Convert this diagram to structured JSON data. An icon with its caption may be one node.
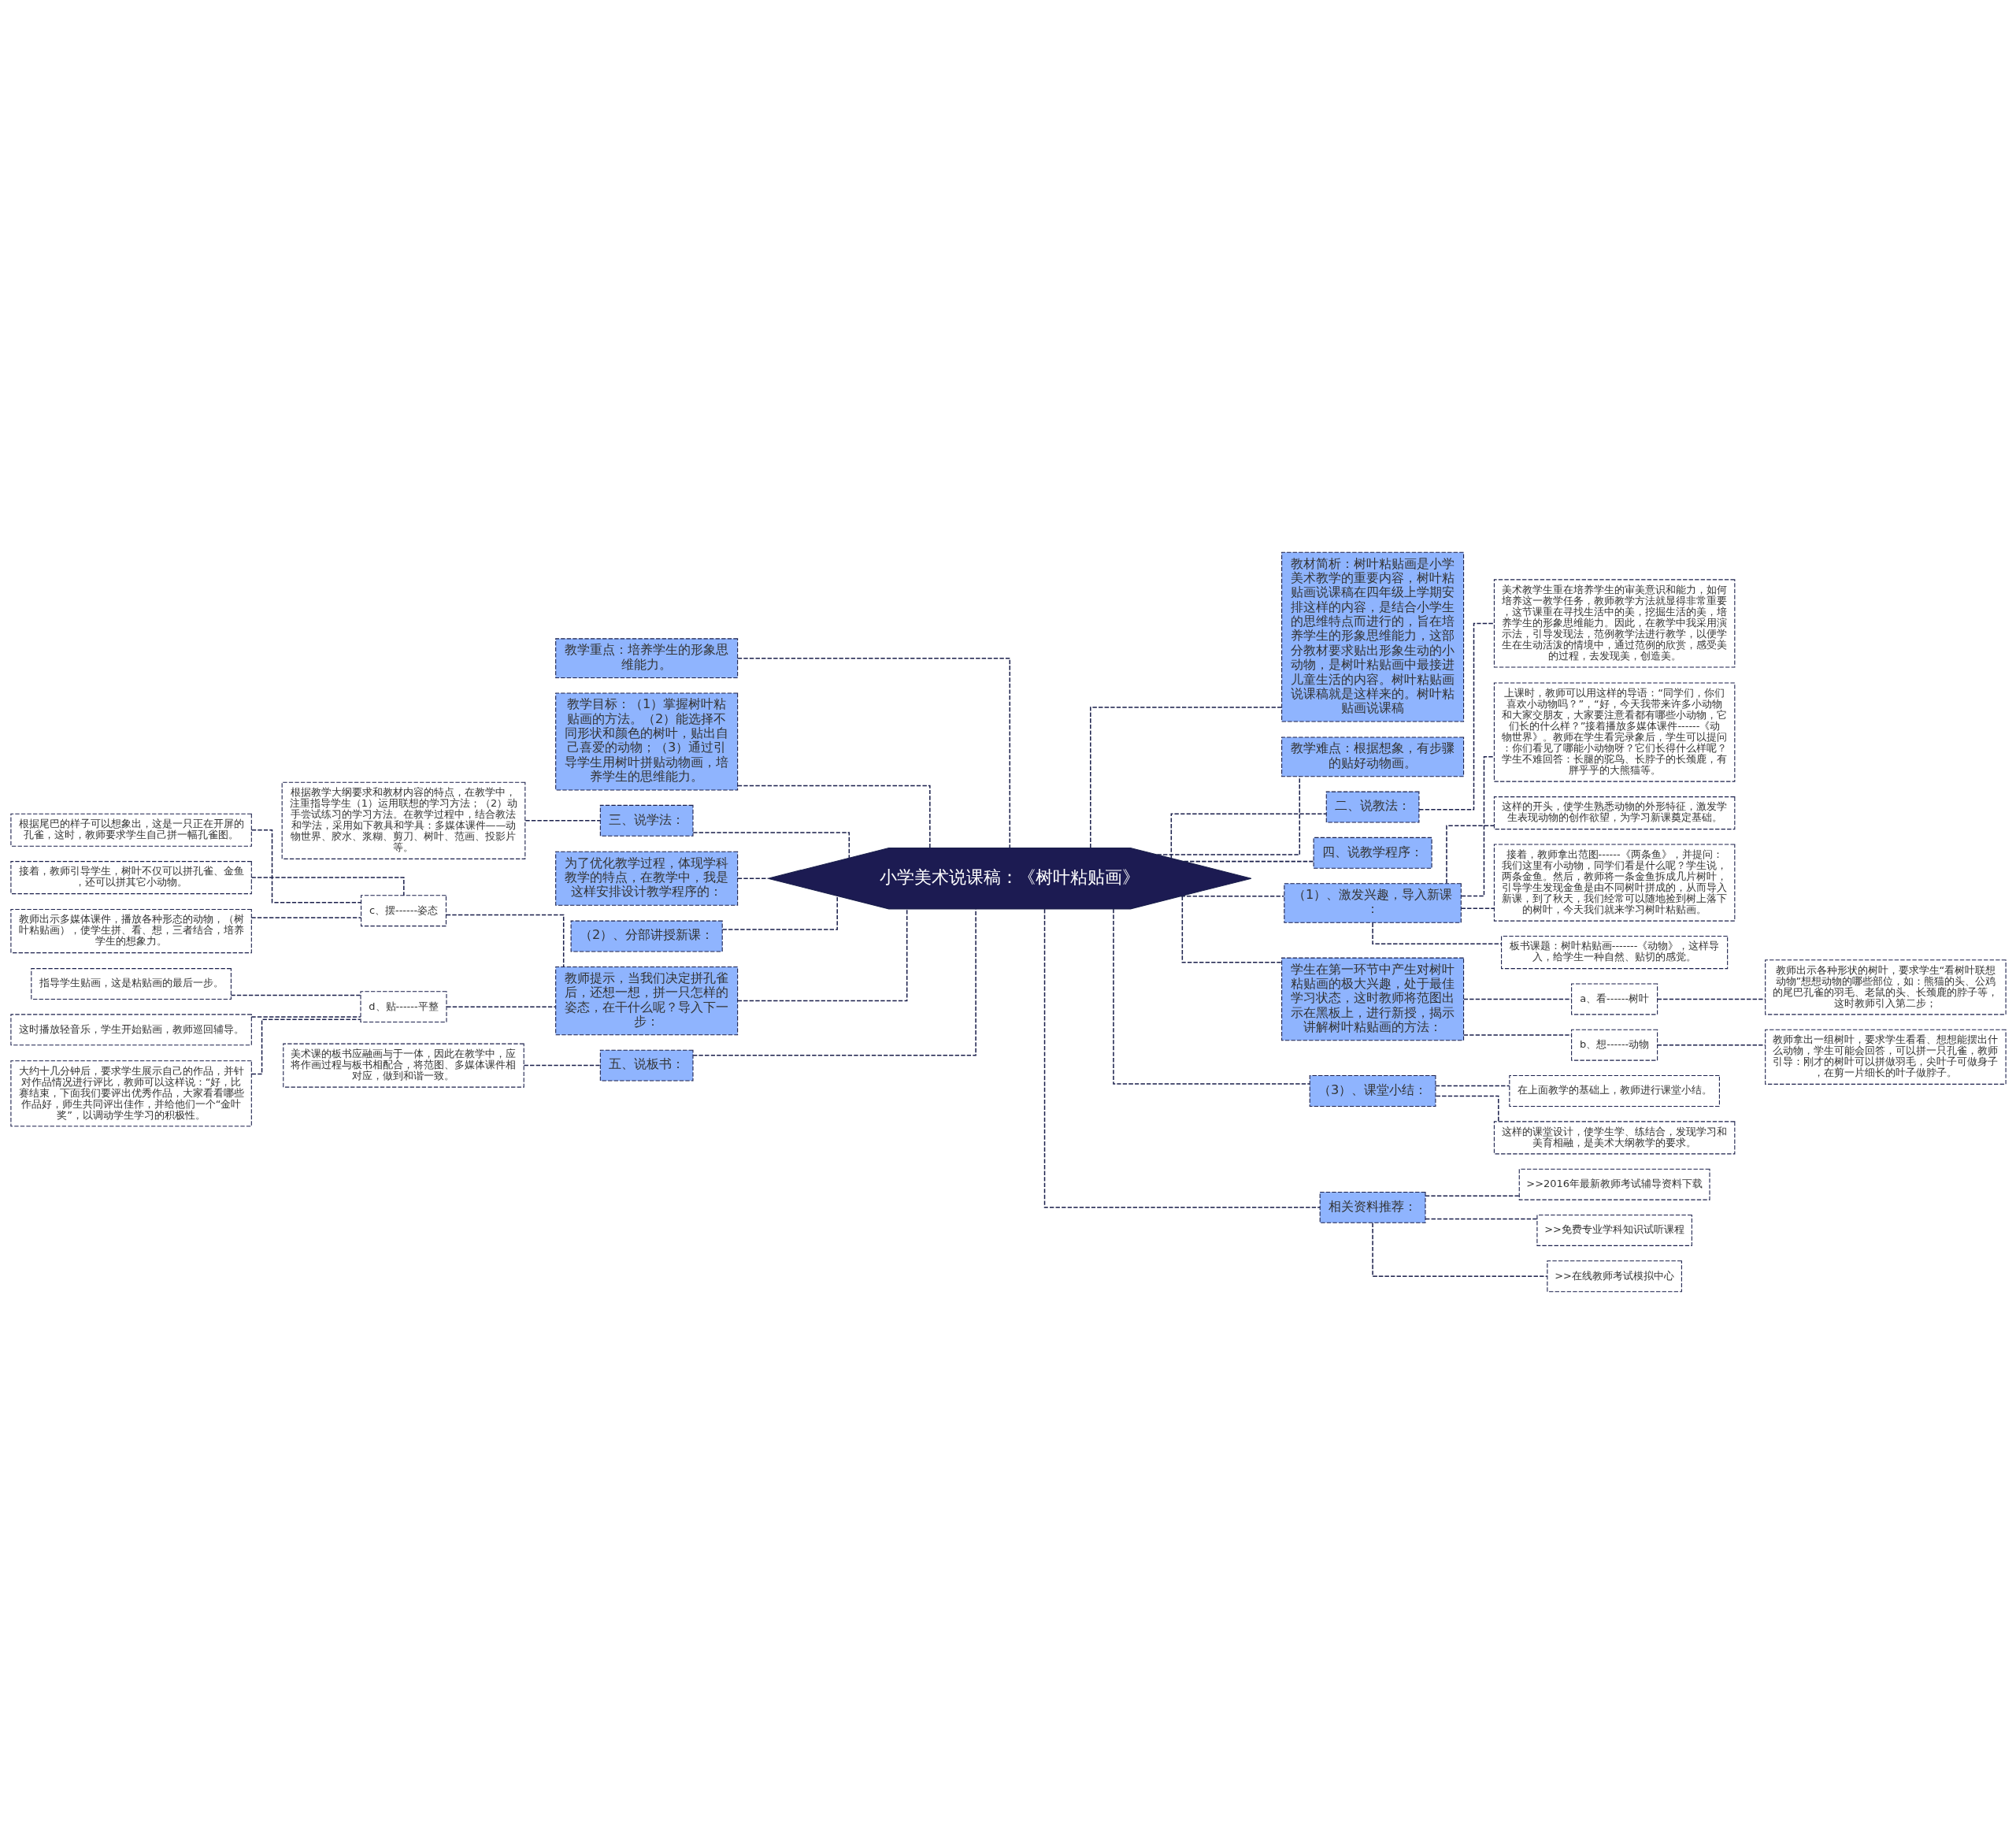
{
  "diagram": {
    "nodes": [
      {
        "text": [
          "小学美术说课稿：《树叶粘贴画》"
        ]
      },
      {
        "text": [
          "教材简析：树叶粘贴画是小学美术教学的重要内容，树叶粘贴画说课稿在四年级上学期安排这样的内容，是结合小学生的思维特点而进行的，旨在培养学生的形象思维能力，这部分教材要求贴出形象生动的小动物，是树叶粘贴画中最接进儿童生活的内容。树叶粘贴画说课稿就是这样来的。树叶粘贴画说课稿"
        ]
      },
      {
        "text": [
          "教学难点：根据想象，有步骤的贴好动物画。"
        ]
      },
      {
        "text": [
          "二、说教法："
        ]
      },
      {
        "text": [
          "美术教学生重在培养学生的审美意识和能力，如何培养这一教学任务，教师教学方法就显得非常重要，这节课重在寻找生活中的美，挖掘生活的美，培养学生的形象思维能力。因此，在教学中我采用演示法，引导发现法，范例教学法进行教学，以便学生在生动活泼的情境中，通过范例的欣赏，感受美的过程，去发现美，创造美。"
        ]
      },
      {
        "text": [
          "四、说教学程序："
        ]
      },
      {
        "text": [
          "（1）、激发兴趣，导入新课："
        ]
      },
      {
        "text": [
          "上课时，教师可以用这样的导语：“同学们，你们喜欢小动物吗？”，“好，今天我带来许多小动物和大家交朋友，大家要注意看都有哪些小动物，它们长的什么样？”接着播放多媒体课件------《动物世界》。教师在学生看完录象后，学生可以提问：你们看见了哪能小动物呀？它们长得什么样呢？学生不难回答：长腿的驼鸟、长脖子的长颈鹿，有胖乎乎的大熊猫等。"
        ]
      },
      {
        "text": [
          "这样的开头，使学生熟悉动物的外形特征，激发学生表现动物的创作欲望，为学习新课奠定基础。"
        ]
      },
      {
        "text": [
          "接着，教师拿出范图------《两条鱼》，并提问：我们这里有小动物，同学们看是什么呢？学生说，两条金鱼。然后，教师将一条金鱼拆成几片树叶，引导学生发现金鱼是由不同树叶拼成的，从而导入新课，到了秋天，我们经常可以随地捡到树上落下的树叶，今天我们就来学习树叶粘贴画。"
        ]
      },
      {
        "text": [
          "板书课题：树叶粘贴画-------《动物》，这样导入，给学生一种自然、贴切的感觉。"
        ]
      },
      {
        "text": [
          "学生在第一环节中产生对树叶粘贴画的极大兴趣，处于最佳学习状态，这时教师将范图出示在黑板上，进行新授，揭示讲解树叶粘贴画的方法："
        ]
      },
      {
        "text": [
          "a、看------树叶"
        ]
      },
      {
        "text": [
          "教师出示各种形状的树叶，要求学生“看树叶联想动物”想想动物的哪些部位，如：熊猫的头、公鸡的尾巴孔雀的羽毛、老鼠的头、长颈鹿的脖子等，这时教师引入第二步；"
        ]
      },
      {
        "text": [
          "b、想------动物"
        ]
      },
      {
        "text": [
          "教师拿出一组树叶，要求学生看看、想想能摆出什么动物，学生可能会回答，可以拼一只孔雀，教师引导：刚才的树叶可以拼做羽毛，尖叶子可做身子，在剪一片细长的叶子做脖子。"
        ]
      },
      {
        "text": [
          "（3）、课堂小结："
        ]
      },
      {
        "text": [
          "在上面教学的基础上，教师进行课堂小结。"
        ]
      },
      {
        "text": [
          "这样的课堂设计，使学生学、练结合，发现学习和美育相融，是美术大纲教学的要求。"
        ]
      },
      {
        "text": [
          "相关资料推荐："
        ]
      },
      {
        "text": [
          ">>2016年最新教师考试辅导资料下载"
        ]
      },
      {
        "text": [
          ">>免费专业学科知识试听课程"
        ]
      },
      {
        "text": [
          ">>在线教师考试模拟中心"
        ]
      },
      {
        "text": [
          "教学重点：培养学生的形象思维能力。"
        ]
      },
      {
        "text": [
          "教学目标：（1）掌握树叶粘贴画的方法。（2）能选择不同形状和颜色的树叶，贴出自己喜爱的动物；（3）通过引导学生用树叶拼贴动物画，培养学生的思维能力。"
        ]
      },
      {
        "text": [
          "三、说学法："
        ]
      },
      {
        "text": [
          "根据教学大纲要求和教材内容的特点，在教学中，注重指导学生（1）运用联想的学习方法；（2）动手尝试练习的学习方法。在教学过程中，结合教法和学法，采用如下教具和学具：多媒体课件——动物世界、胶水、浆糊、剪刀、树叶、范画、投影片等。"
        ]
      },
      {
        "text": [
          "为了优化教学过程，体现学科教学的特点，在教学中，我是这样安排设计教学程序的："
        ]
      },
      {
        "text": [
          "（2）、分部讲授新课："
        ]
      },
      {
        "text": [
          "教师提示，当我们决定拼孔雀后，还想一想，拼一只怎样的姿态，在干什么呢？导入下一步："
        ]
      },
      {
        "text": [
          "c、摆------姿态"
        ]
      },
      {
        "text": [
          "根据尾巴的样子可以想象出，这是一只正在开屏的孔雀，这时，教师要求学生自己拼一幅孔雀图。"
        ]
      },
      {
        "text": [
          "接着，教师引导学生，树叶不仅可以拼孔雀、金鱼，还可以拼其它小动物。"
        ]
      },
      {
        "text": [
          "教师出示多媒体课件，播放各种形态的动物，（树叶粘贴画），使学生拼、看、想，三者结合，培养学生的想象力。"
        ]
      },
      {
        "text": [
          "d、贴------平整"
        ]
      },
      {
        "text": [
          "指导学生贴画，这是粘贴画的最后一步。"
        ]
      },
      {
        "text": [
          "这时播放轻音乐，学生开始贴画，教师巡回辅导。"
        ]
      },
      {
        "text": [
          "大约十几分钟后，要求学生展示自己的作品，并针对作品情况进行评比，教师可以这样说：“好，比赛结束，下面我们要评出优秀作品，大家看看哪些作品好，师生共同评出佳作，并给他们一个“金叶奖”，以调动学生学习的积极性。"
        ]
      },
      {
        "text": [
          "五、说板书："
        ]
      },
      {
        "text": [
          "美术课的板书应融画与于一体，因此在教学中，应将作画过程与板书相配合，将范图、多媒体课件相对应，做到和谐一致。"
        ]
      }
    ],
    "edges": [
      {
        "from": 0,
        "to": 1,
        "arrow": "none"
      },
      {
        "from": 0,
        "to": 2,
        "arrow": "none"
      },
      {
        "from": 0,
        "to": 3,
        "arrow": "none"
      },
      {
        "from": 3,
        "to": 4,
        "arrow": "none"
      },
      {
        "from": 0,
        "to": 5,
        "arrow": "none"
      },
      {
        "from": 0,
        "to": 6,
        "arrow": "none"
      },
      {
        "from": 6,
        "to": 7,
        "arrow": "none"
      },
      {
        "from": 6,
        "to": 8,
        "arrow": "none"
      },
      {
        "from": 6,
        "to": 9,
        "arrow": "none"
      },
      {
        "from": 6,
        "to": 10,
        "arrow": "none"
      },
      {
        "from": 0,
        "to": 11,
        "arrow": "none"
      },
      {
        "from": 11,
        "to": 12,
        "arrow": "none"
      },
      {
        "from": 12,
        "to": 13,
        "arrow": "none"
      },
      {
        "from": 11,
        "to": 14,
        "arrow": "none"
      },
      {
        "from": 14,
        "to": 15,
        "arrow": "none"
      },
      {
        "from": 0,
        "to": 16,
        "arrow": "none"
      },
      {
        "from": 16,
        "to": 17,
        "arrow": "none"
      },
      {
        "from": 16,
        "to": 18,
        "arrow": "none"
      },
      {
        "from": 0,
        "to": 19,
        "arrow": "none"
      },
      {
        "from": 19,
        "to": 20,
        "arrow": "none"
      },
      {
        "from": 19,
        "to": 21,
        "arrow": "none"
      },
      {
        "from": 19,
        "to": 22,
        "arrow": "none"
      },
      {
        "from": 0,
        "to": 23,
        "arrow": "none"
      },
      {
        "from": 0,
        "to": 24,
        "arrow": "none"
      },
      {
        "from": 0,
        "to": 25,
        "arrow": "none"
      },
      {
        "from": 25,
        "to": 26,
        "arrow": "none"
      },
      {
        "from": 0,
        "to": 27,
        "arrow": "none"
      },
      {
        "from": 0,
        "to": 28,
        "arrow": "none"
      },
      {
        "from": 0,
        "to": 29,
        "arrow": "none"
      },
      {
        "from": 29,
        "to": 30,
        "arrow": "none"
      },
      {
        "from": 30,
        "to": 31,
        "arrow": "none"
      },
      {
        "from": 30,
        "to": 32,
        "arrow": "none"
      },
      {
        "from": 30,
        "to": 33,
        "arrow": "none"
      },
      {
        "from": 29,
        "to": 34,
        "arrow": "none"
      },
      {
        "from": 34,
        "to": 35,
        "arrow": "none"
      },
      {
        "from": 34,
        "to": 36,
        "arrow": "none"
      },
      {
        "from": 34,
        "to": 37,
        "arrow": "none"
      },
      {
        "from": 0,
        "to": 38,
        "arrow": "none"
      },
      {
        "from": 38,
        "to": 39,
        "arrow": "none"
      }
    ]
  }
}
